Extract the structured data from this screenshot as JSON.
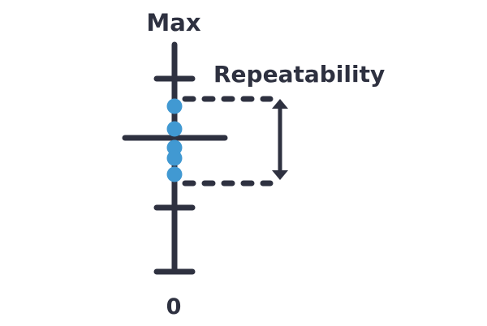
{
  "labels": {
    "max": "Max",
    "zero": "0",
    "repeatability": "Repeatability"
  },
  "colors": {
    "ink": "#2e3140",
    "points": "#4199d2"
  },
  "measurement_points_count": 5
}
